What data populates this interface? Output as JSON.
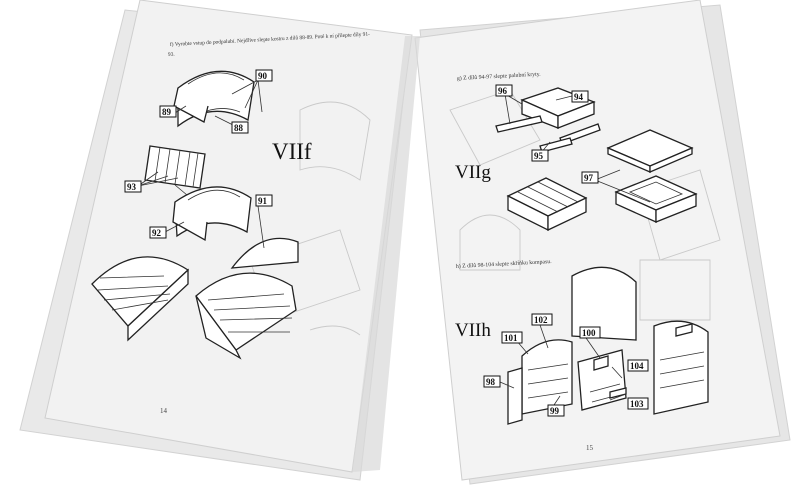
{
  "left_page": {
    "instruction": "f) Vyrobte vstup do podpalubí. Nejdříve slepte kostru z dílů 88-89. Poté k ní přilepte díly 91-",
    "instruction_cont": "93.",
    "step_label": "VIIf",
    "page_number": "14",
    "parts": [
      "90",
      "89",
      "88",
      "93",
      "91",
      "92"
    ]
  },
  "right_page": {
    "instruction_g": "g) Z dílů 94-97 slepte palubní kryty.",
    "step_label_g": "VIIg",
    "parts_g": [
      "96",
      "94",
      "95",
      "97"
    ],
    "instruction_h": "h) Z dílů 98-104 slepte skříňku kompasu.",
    "step_label_h": "VIIh",
    "parts_h": [
      "102",
      "100",
      "101",
      "104",
      "98",
      "99",
      "103"
    ],
    "page_number": "15"
  },
  "colors": {
    "paper": "#f1f1f1",
    "background": "#ffffff",
    "ink": "#111111"
  }
}
